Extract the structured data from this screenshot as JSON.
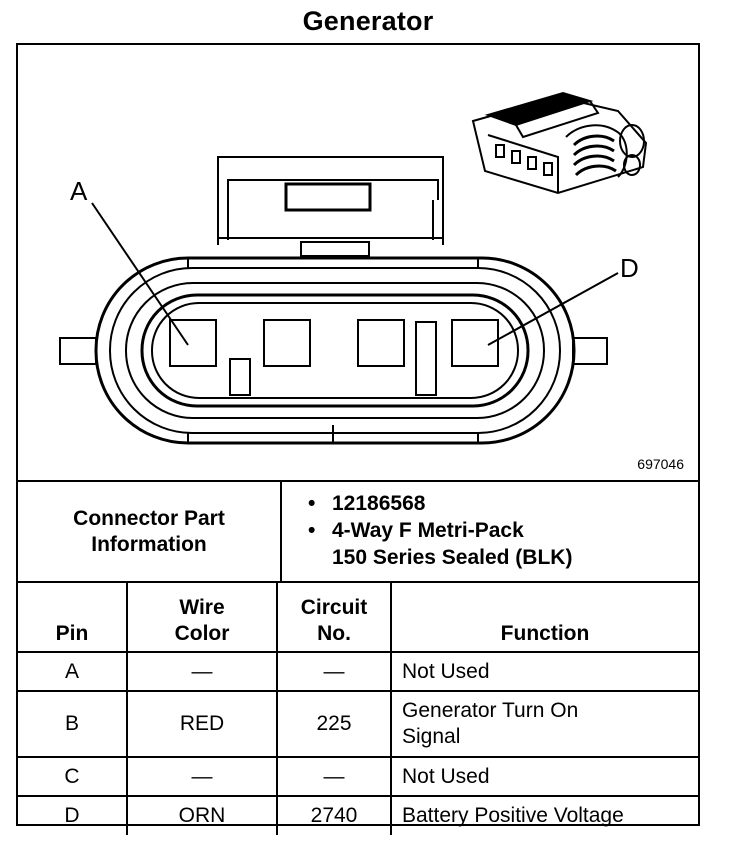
{
  "title": "Generator",
  "figure": {
    "pin_labels": {
      "a": "A",
      "d": "D"
    },
    "reference_number": "697046"
  },
  "connector_info": {
    "label_line1": "Connector Part",
    "label_line2": "Information",
    "part_number": "12186568",
    "description_line1": "4-Way F Metri-Pack",
    "description_line2": "150 Series Sealed (BLK)",
    "bullet": "•"
  },
  "table": {
    "headers": {
      "pin": "Pin",
      "wire_color_1": "Wire",
      "wire_color_2": "Color",
      "circuit_1": "Circuit",
      "circuit_2": "No.",
      "function": "Function"
    },
    "rows": [
      {
        "pin": "A",
        "color": "—",
        "circuit": "—",
        "function_1": "Not Used",
        "function_2": ""
      },
      {
        "pin": "B",
        "color": "RED",
        "circuit": "225",
        "function_1": "Generator Turn On",
        "function_2": "Signal"
      },
      {
        "pin": "C",
        "color": "—",
        "circuit": "—",
        "function_1": "Not Used",
        "function_2": ""
      },
      {
        "pin": "D",
        "color": "ORN",
        "circuit": "2740",
        "function_1": "Battery Positive Voltage",
        "function_2": ""
      }
    ]
  }
}
